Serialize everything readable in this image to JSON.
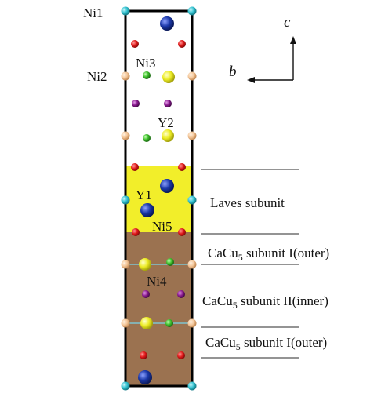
{
  "labels": {
    "ni1": "Ni1",
    "ni2": "Ni2",
    "ni3": "Ni3",
    "ni4": "Ni4",
    "ni5": "Ni5",
    "y1": "Y1",
    "y2": "Y2"
  },
  "axes": {
    "c": "c",
    "b": "b"
  },
  "subunits": {
    "laves": "Laves subunit",
    "cacu5_outer_top": {
      "pre": "CaCu",
      "sub": "5",
      "post": " subunit I(outer)"
    },
    "cacu5_inner": {
      "pre": "CaCu",
      "sub": "5",
      "post": " subunit II(inner)"
    },
    "cacu5_outer_bottom": {
      "pre": "CaCu",
      "sub": "5",
      "post": " subunit I(outer)"
    }
  },
  "colors": {
    "frame": "#000000",
    "laves_band": "#f2ee2a",
    "cacu5_band": "#9b7250",
    "atom_cyan": "#33c2d0",
    "atom_peach": "#f4c79a",
    "atom_yellow": "#ecec24",
    "atom_red": "#e21a1a",
    "atom_blue": "#1a37a8",
    "atom_green": "#3bbd2a",
    "atom_purple": "#8a1a8f",
    "bond_line": "#7ec4cf"
  }
}
